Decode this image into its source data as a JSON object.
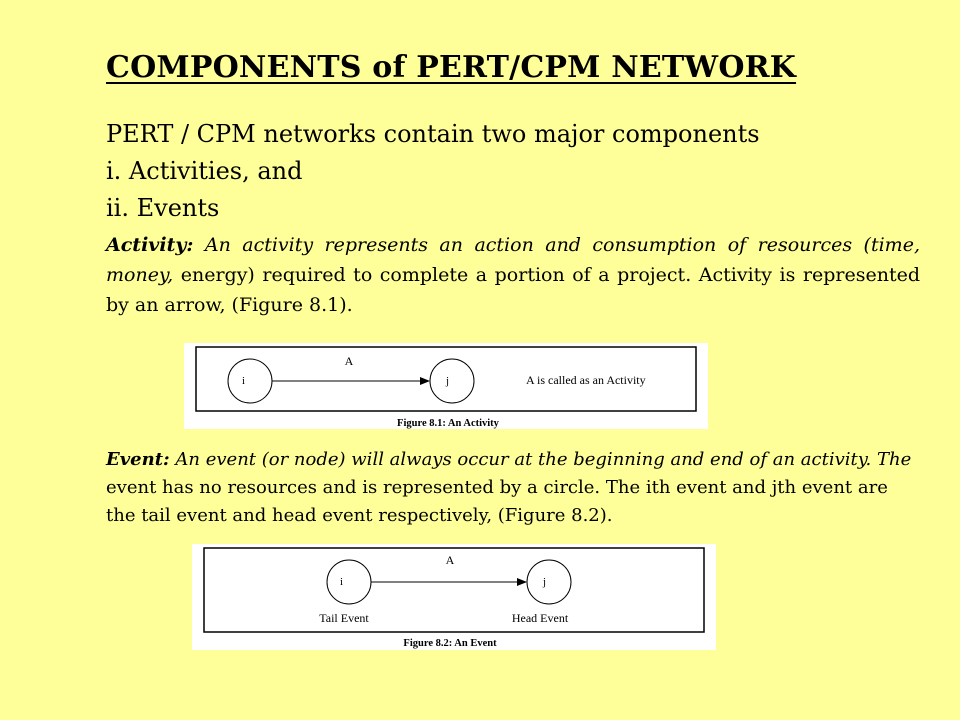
{
  "title": "COMPONENTS  of PERT/CPM NETWORK",
  "intro": {
    "line1": "PERT / CPM networks contain two major components",
    "line2": "i. Activities, and",
    "line3": "ii. Events"
  },
  "activity": {
    "lead": "Activity:",
    "italic_text": " An activity represents an action and consumption of resources (time, money,",
    "text": " energy) required to complete a portion of a project. Activity is represented by an arrow, (Figure 8.1)."
  },
  "figure1": {
    "arrow_label": "A",
    "node_i": "i",
    "node_j": "j",
    "note": "A is called as an Activity",
    "caption": "Figure 8.1: An Activity"
  },
  "event": {
    "lead": "Event:",
    "italic_text": " An event (or node) will always occur at the beginning and end of an activity. The",
    "text": " event has no resources and is represented by a circle. The ith event and jth event are the tail event and head event respectively, (Figure 8.2)."
  },
  "figure2": {
    "arrow_label": "A",
    "node_i": "i",
    "node_j": "j",
    "tail_label": "Tail Event",
    "head_label": "Head Event",
    "caption": "Figure 8.2: An Event"
  }
}
